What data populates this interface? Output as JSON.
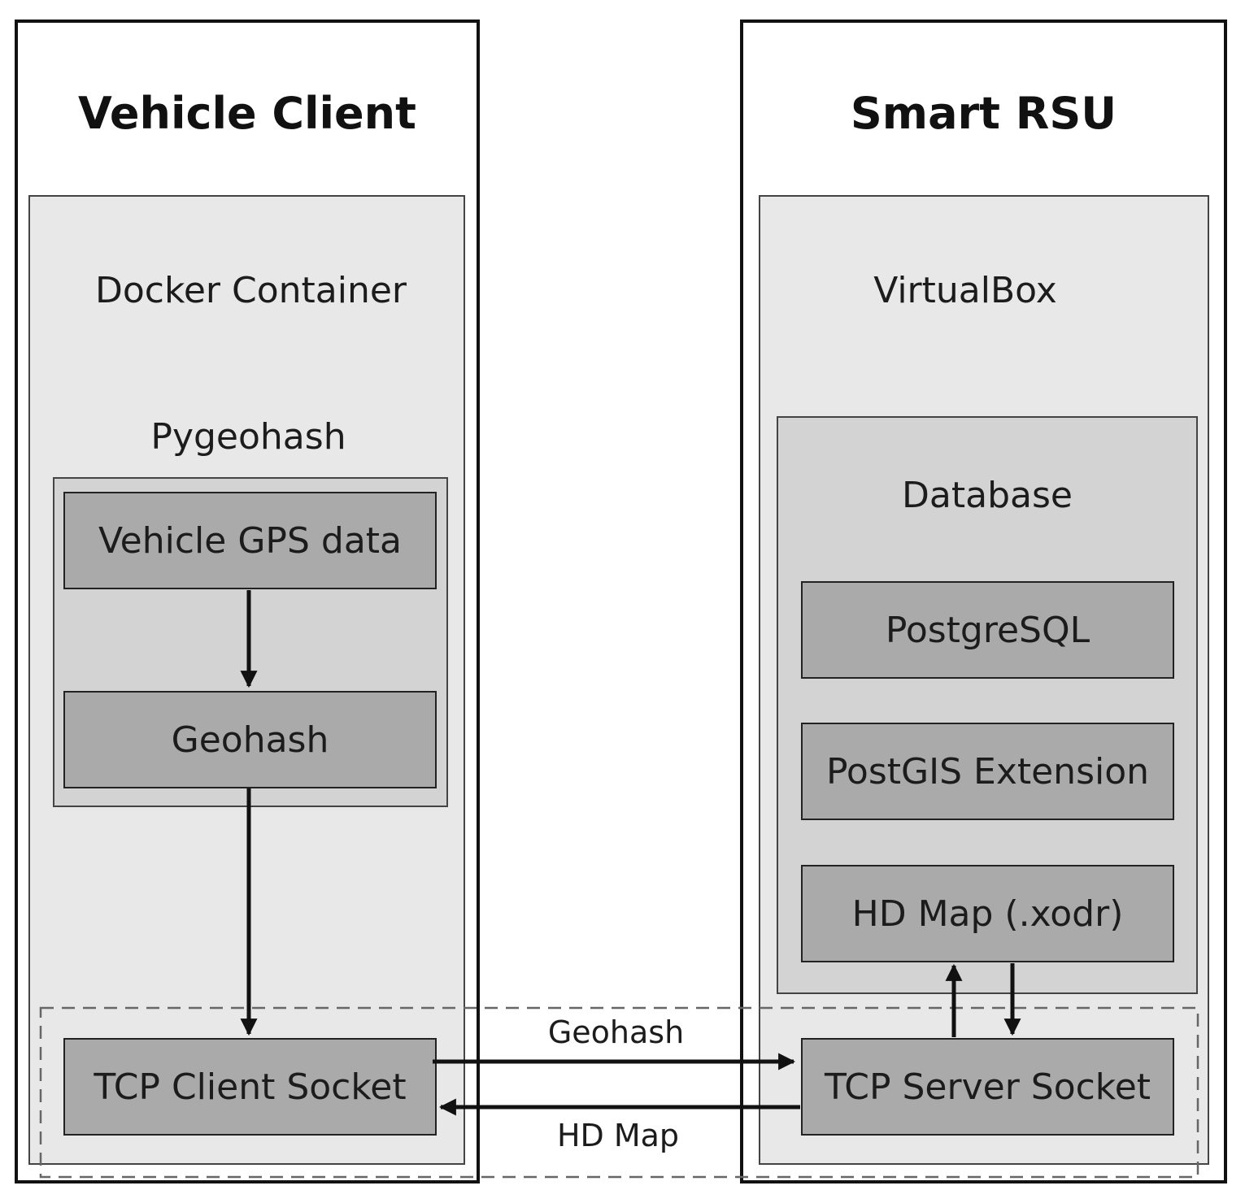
{
  "vehicle_client": {
    "title": "Vehicle Client",
    "container_label": "Docker Container",
    "library_label": "Pygeohash",
    "gps_node": "Vehicle GPS data",
    "geohash_node": "Geohash",
    "socket_node": "TCP Client Socket"
  },
  "smart_rsu": {
    "title": "Smart RSU",
    "container_label": "VirtualBox",
    "database_label": "Database",
    "postgres_node": "PostgreSQL",
    "postgis_node": "PostGIS Extension",
    "hdmap_node": "HD Map (.xodr)",
    "socket_node": "TCP Server Socket"
  },
  "edges": {
    "client_to_server": "Geohash",
    "server_to_client": "HD Map"
  }
}
